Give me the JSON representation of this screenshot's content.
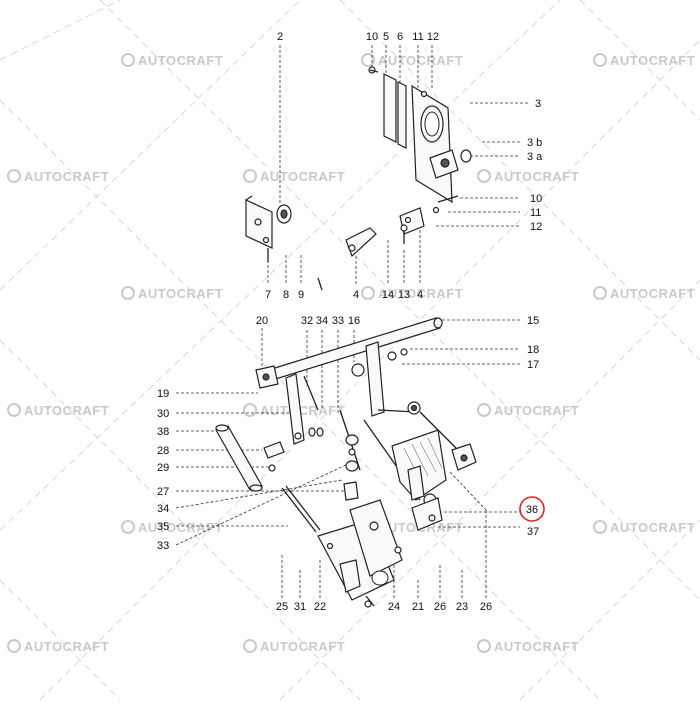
{
  "watermark": {
    "text": "AUTOCRAFT"
  },
  "highlight": {
    "label": "36",
    "color": "#d62828"
  },
  "callouts": [
    {
      "id": "c2",
      "label": "2"
    },
    {
      "id": "c10a",
      "label": "10"
    },
    {
      "id": "c5",
      "label": "5"
    },
    {
      "id": "c6",
      "label": "6"
    },
    {
      "id": "c11a",
      "label": "11"
    },
    {
      "id": "c12a",
      "label": "12"
    },
    {
      "id": "c3",
      "label": "3"
    },
    {
      "id": "c3b",
      "label": "3 b"
    },
    {
      "id": "c3a",
      "label": "3 a"
    },
    {
      "id": "c10b",
      "label": "10"
    },
    {
      "id": "c11b",
      "label": "11"
    },
    {
      "id": "c12b",
      "label": "12"
    },
    {
      "id": "c7",
      "label": "7"
    },
    {
      "id": "c8",
      "label": "8"
    },
    {
      "id": "c9",
      "label": "9"
    },
    {
      "id": "c4a",
      "label": "4"
    },
    {
      "id": "c14",
      "label": "14"
    },
    {
      "id": "c13",
      "label": "13"
    },
    {
      "id": "c4b",
      "label": "4"
    },
    {
      "id": "c20",
      "label": "20"
    },
    {
      "id": "c32",
      "label": "32"
    },
    {
      "id": "c34a",
      "label": "34"
    },
    {
      "id": "c33a",
      "label": "33"
    },
    {
      "id": "c16",
      "label": "16"
    },
    {
      "id": "c15",
      "label": "15"
    },
    {
      "id": "c18",
      "label": "18"
    },
    {
      "id": "c17",
      "label": "17"
    },
    {
      "id": "c19",
      "label": "19"
    },
    {
      "id": "c30",
      "label": "30"
    },
    {
      "id": "c38",
      "label": "38"
    },
    {
      "id": "c28",
      "label": "28"
    },
    {
      "id": "c29",
      "label": "29"
    },
    {
      "id": "c27",
      "label": "27"
    },
    {
      "id": "c34b",
      "label": "34"
    },
    {
      "id": "c35",
      "label": "35"
    },
    {
      "id": "c33b",
      "label": "33"
    },
    {
      "id": "c36",
      "label": "36"
    },
    {
      "id": "c37",
      "label": "37"
    },
    {
      "id": "c25",
      "label": "25"
    },
    {
      "id": "c31",
      "label": "31"
    },
    {
      "id": "c22",
      "label": "22"
    },
    {
      "id": "c24",
      "label": "24"
    },
    {
      "id": "c21",
      "label": "21"
    },
    {
      "id": "c26a",
      "label": "26"
    },
    {
      "id": "c23",
      "label": "23"
    },
    {
      "id": "c26b",
      "label": "26"
    }
  ]
}
